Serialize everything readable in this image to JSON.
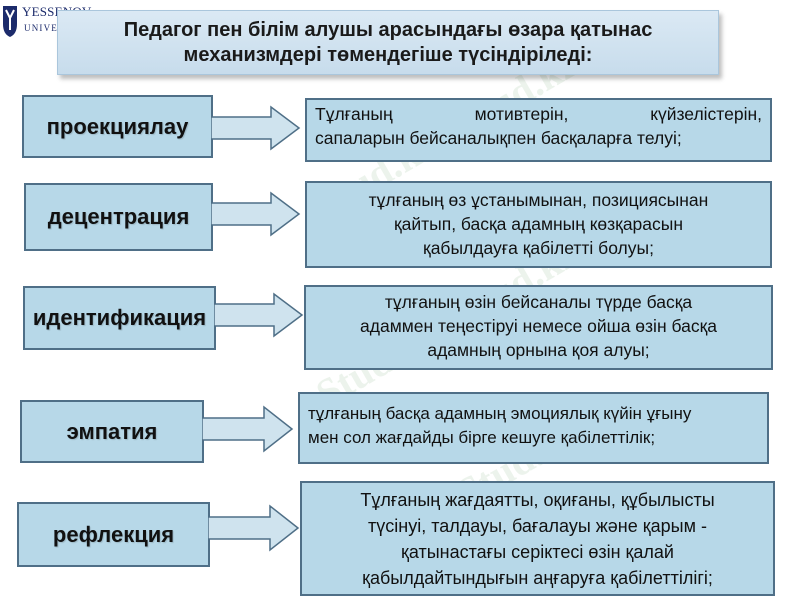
{
  "logo": {
    "name": "YESSENOV",
    "sub": "UNIVERSITY"
  },
  "title": {
    "line1": "Педагог пен білім алушы арасындағы өзара қатынас",
    "line2": "механизмдері төмендегіше түсіндіріледі:"
  },
  "mechanisms": [
    {
      "term": "проекциялау",
      "desc": [
        "Тұлғаның мотивтерін, күйзелістерін,",
        "сапаларын бейсаналықпен басқаларға телуі;"
      ]
    },
    {
      "term": "децентрация",
      "desc": [
        "тұлғаның өз ұстанымынан, позициясынан",
        "қайтып, басқа адамның көзқарасын",
        "қабылдауға қабілетті болуы;"
      ]
    },
    {
      "term": "идентификация",
      "desc": [
        "тұлғаның өзін бейсаналы түрде басқа",
        "адаммен теңестіруі немесе ойша өзін басқа",
        "адамның орнына қоя алуы;"
      ]
    },
    {
      "term": "эмпатия",
      "desc": [
        "тұлғаның басқа адамның эмоциялық күйін ұғыну",
        "мен сол жағдайды бірге кешуге қабілеттілік;"
      ]
    },
    {
      "term": "рефлекция",
      "desc": [
        "Тұлғаның жағдаятты, оқиғаны, құбылысты",
        "түсінуі, талдауы, бағалауы және қарым -",
        "қатынастағы серіктесі өзін қалай",
        "қабылдайтындығын аңғаруға қабілеттілігі;"
      ]
    }
  ],
  "watermark": "Stud.kz - Stud.kz",
  "colors": {
    "box_fill": "#b7d8e8",
    "box_border": "#4f6f87",
    "title_fill": "#d3e5f1",
    "arrow_fill": "#cfe3ee"
  }
}
